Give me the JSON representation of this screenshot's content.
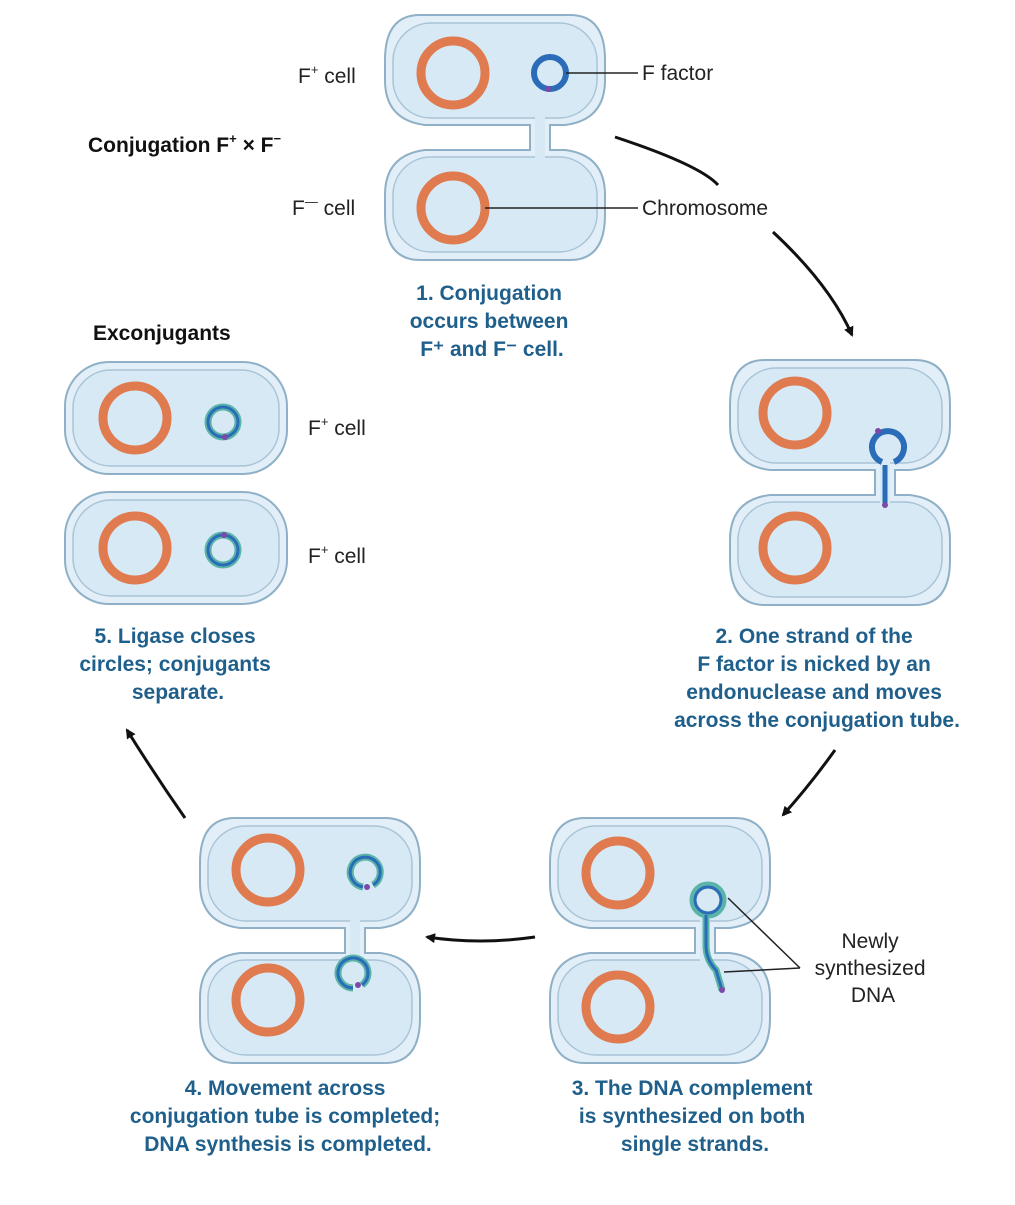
{
  "colors": {
    "cell_fill": "#d6e9f5",
    "cell_stroke": "#8fb0c6",
    "chromosome": "#e07a4f",
    "f_factor": "#2b6cb8",
    "new_dna": "#5ab4a8",
    "nick": "#7b4aa8",
    "caption": "#1f5f8b"
  },
  "labels": {
    "title": {
      "base": "Conjugation F",
      "sup1": "+",
      "mid": " × F",
      "sup2": "−"
    },
    "fplus_cell": {
      "pre": "F",
      "sup": "+",
      "post": " cell"
    },
    "fminus_cell": {
      "pre": "F",
      "sup": "—",
      "post": " cell"
    },
    "f_factor": "F factor",
    "chromosome": "Chromosome",
    "exconjugants": "Exconjugants",
    "newly_synthesized": [
      "Newly",
      "synthesized",
      "DNA"
    ]
  },
  "steps": [
    {
      "lines": [
        "1. Conjugation",
        "occurs between",
        "F⁺ and F⁻ cell."
      ]
    },
    {
      "lines": [
        "2. One strand of the",
        "F factor is nicked by an",
        "endonuclease and moves",
        "across the conjugation tube."
      ]
    },
    {
      "lines": [
        "3. The DNA complement",
        "is synthesized on both",
        "single strands."
      ]
    },
    {
      "lines": [
        "4. Movement across",
        "conjugation tube is completed;",
        "DNA synthesis is completed."
      ]
    },
    {
      "lines": [
        "5. Ligase closes",
        "circles; conjugants",
        "separate."
      ]
    }
  ]
}
